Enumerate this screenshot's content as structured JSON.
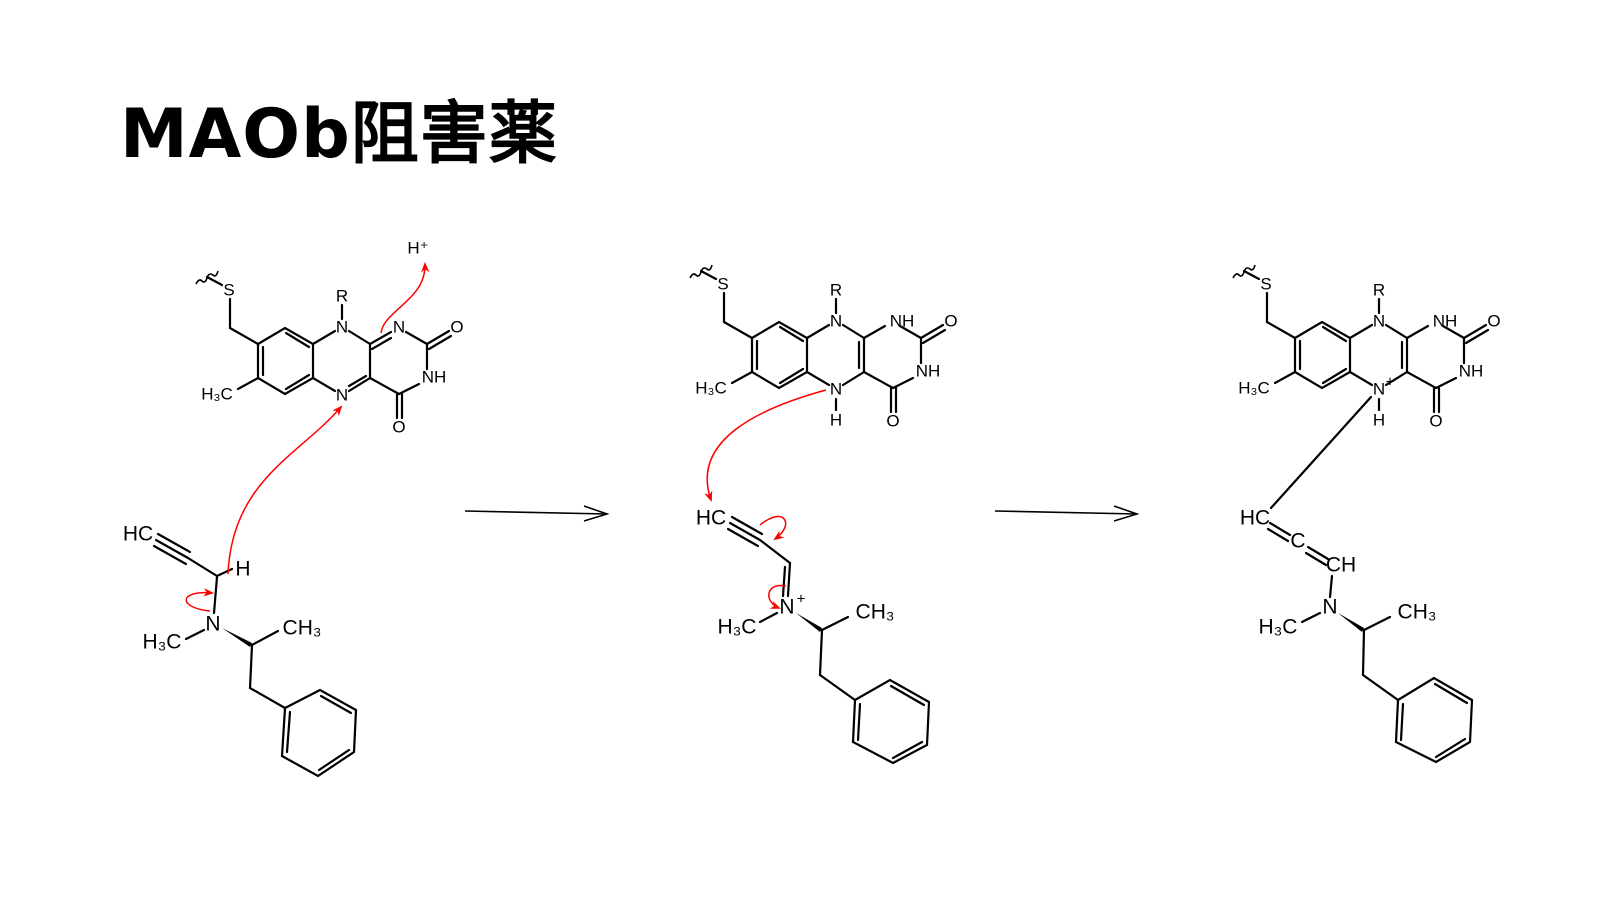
{
  "title": "MAOb阻害薬",
  "colors": {
    "arrow": "#ff0000",
    "bond": "#000000"
  },
  "structures": [
    {
      "name": "flavin-oxidized-plus-selegiline",
      "flavin": {
        "S": "S",
        "R": "R",
        "N10": "N",
        "N1": "N",
        "N5": "N",
        "N3": "NH",
        "O2": "O",
        "O4": "O",
        "Me": "H₃C",
        "Hplus": "H⁺"
      },
      "inhibitor": {
        "HC": "HC",
        "H": "H",
        "N": "N",
        "NMe": "H₃C",
        "CMe": "CH₃"
      }
    },
    {
      "name": "reduced-flavin-plus-iminium",
      "flavin": {
        "S": "S",
        "R": "R",
        "N10": "N",
        "N1": "NH",
        "N5": "N",
        "N5H": "H",
        "N3": "NH",
        "O2": "O",
        "O4": "O",
        "Me": "H₃C"
      },
      "inhibitor": {
        "HC": "HC",
        "N": "N",
        "plus": "+",
        "NMe": "H₃C",
        "CMe": "CH₃"
      }
    },
    {
      "name": "covalent-flavin-adduct",
      "flavin": {
        "S": "S",
        "R": "R",
        "N10": "N",
        "N1": "NH",
        "N5": "N",
        "plus": "+",
        "N5H": "H",
        "N3": "NH",
        "O2": "O",
        "O4": "O",
        "Me": "H₃C"
      },
      "inhibitor": {
        "HC": "HC",
        "C": "C",
        "CH": "CH",
        "N": "N",
        "NMe": "H₃C",
        "CMe": "CH₃"
      }
    }
  ]
}
